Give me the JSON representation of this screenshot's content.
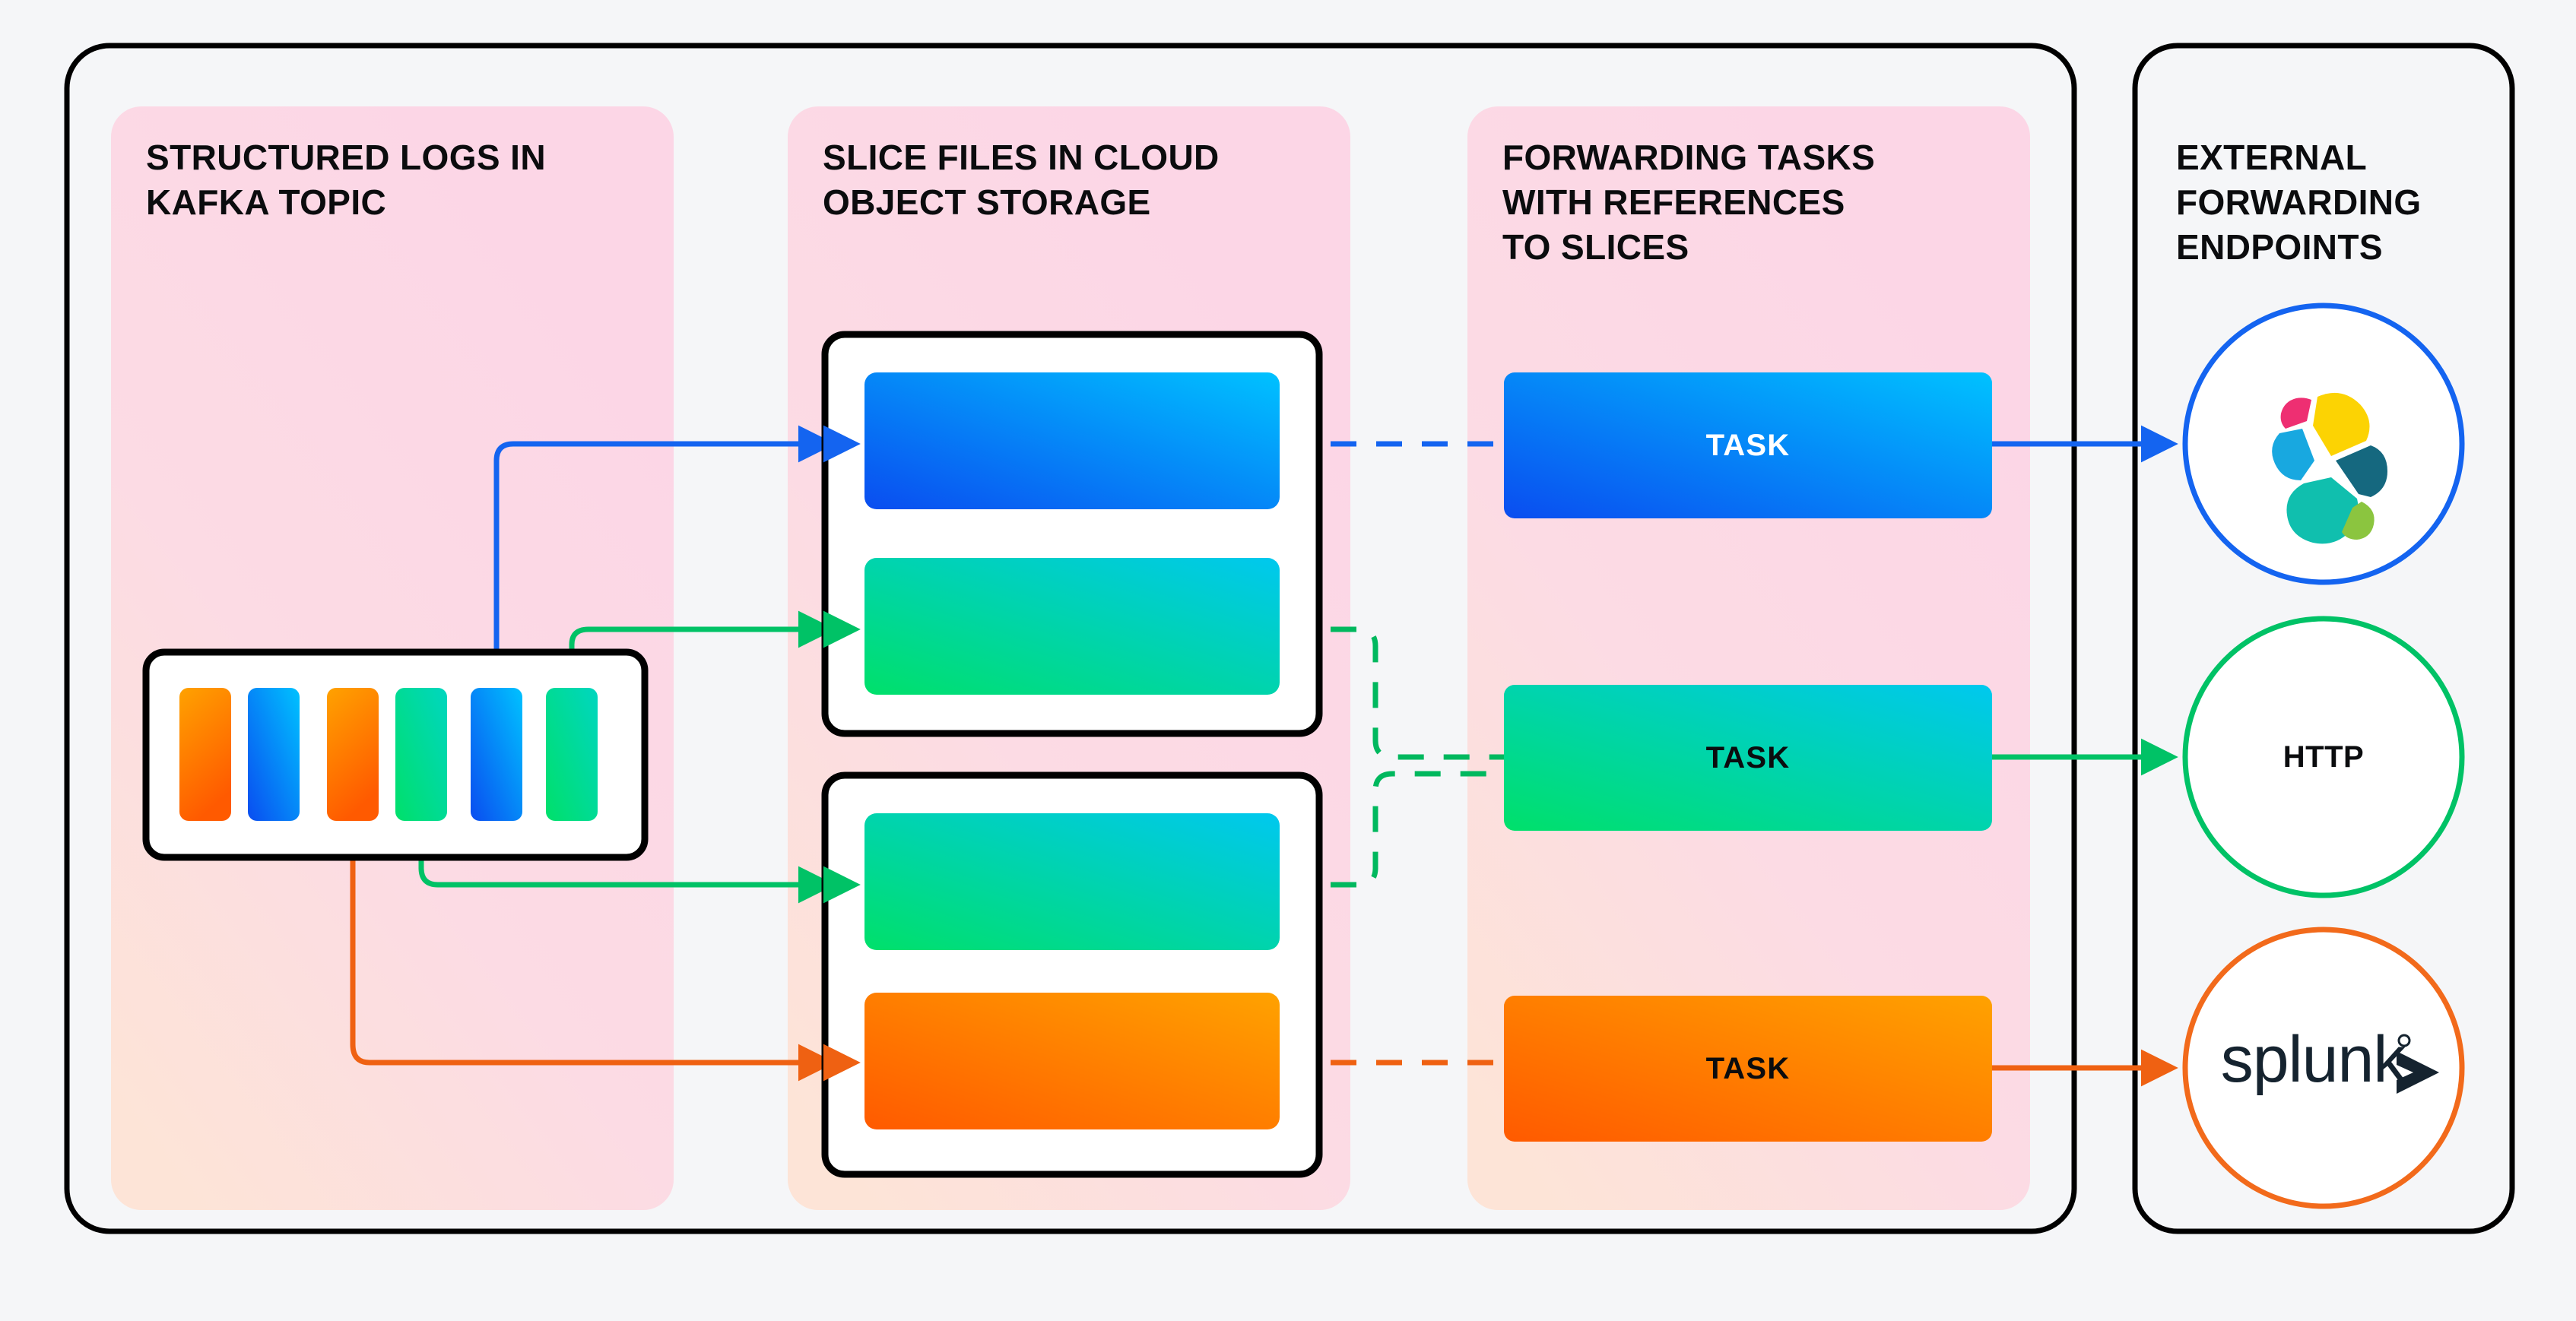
{
  "page": {
    "background": "#f5f6f8",
    "panel_border": "#000000",
    "column_panel_bg_top": "#fcd7e6",
    "column_panel_bg_bottom": "#fde3d8"
  },
  "columns": [
    {
      "id": "kafka",
      "title": "STRUCTURED LOGS IN\nKAFKA TOPIC",
      "kafka_topic": {
        "messages": [
          {
            "index": 1,
            "color_name": "orange",
            "from": "#ffa200",
            "to": "#ff5a00",
            "connected": false
          },
          {
            "index": 2,
            "color_name": "blue",
            "from": "#00c2ff",
            "to": "#0a4df0",
            "connected": false
          },
          {
            "index": 3,
            "color_name": "orange",
            "from": "#ffa200",
            "to": "#ff5a00",
            "connected": true
          },
          {
            "index": 4,
            "color_name": "green",
            "from": "#00d6c0",
            "to": "#00e06a",
            "connected": true
          },
          {
            "index": 5,
            "color_name": "blue",
            "from": "#00c2ff",
            "to": "#0a4df0",
            "connected": true
          },
          {
            "index": 6,
            "color_name": "green",
            "from": "#00d6c0",
            "to": "#00e06a",
            "connected": true
          }
        ]
      }
    },
    {
      "id": "slices",
      "title": "SLICE FILES IN CLOUD\nOBJECT STORAGE",
      "slice_files": [
        {
          "file_index": 1,
          "slices": [
            {
              "slice_index": 1,
              "color_name": "blue",
              "from": "#0a4df0",
              "to": "#00c2ff"
            },
            {
              "slice_index": 2,
              "color_name": "green",
              "from": "#00e06a",
              "to": "#00c2ff"
            }
          ]
        },
        {
          "file_index": 2,
          "slices": [
            {
              "slice_index": 1,
              "color_name": "green",
              "from": "#00e06a",
              "to": "#00c2ff"
            },
            {
              "slice_index": 2,
              "color_name": "orange",
              "from": "#ff5a00",
              "to": "#ffa200"
            }
          ]
        }
      ]
    },
    {
      "id": "tasks",
      "title": "FORWARDING TASKS\nWITH REFERENCES\nTO SLICES",
      "tasks": [
        {
          "label": "TASK",
          "color_name": "blue",
          "from": "#0a4df0",
          "to": "#00c2ff",
          "text_color": "#ffffff"
        },
        {
          "label": "TASK",
          "color_name": "green",
          "from": "#00e06a",
          "to": "#00c8ef",
          "text_color": "#0b0c0e"
        },
        {
          "label": "TASK",
          "color_name": "orange",
          "from": "#ff5a00",
          "to": "#ffa200",
          "text_color": "#0b0c0e"
        }
      ]
    },
    {
      "id": "endpoints",
      "title": "EXTERNAL\nFORWARDING\nENDPOINTS",
      "endpoints": [
        {
          "name": "elastic",
          "icon": "elastic-logo-icon",
          "label": "",
          "ring_color": "#1464f0"
        },
        {
          "name": "http",
          "icon": "http-text-icon",
          "label": "HTTP",
          "ring_color": "#00c266"
        },
        {
          "name": "splunk",
          "icon": "splunk-logo-icon",
          "label": "",
          "ring_color": "#f26a1b"
        }
      ]
    }
  ],
  "connectors": {
    "solid_flows": [
      {
        "name": "kafka-msg5-to-slice1a",
        "color": "#1464f0",
        "style": "solid"
      },
      {
        "name": "kafka-msg6-to-slice1b",
        "color": "#00c266",
        "style": "solid"
      },
      {
        "name": "kafka-msg4-to-slice2a",
        "color": "#00c266",
        "style": "solid"
      },
      {
        "name": "kafka-msg3-to-slice2b",
        "color": "#ef6112",
        "style": "solid"
      }
    ],
    "dashed_refs": [
      {
        "name": "slice1a-to-task-blue",
        "color": "#1464f0",
        "style": "dashed"
      },
      {
        "name": "slice1b-to-task-green",
        "color": "#00b85e",
        "style": "dashed"
      },
      {
        "name": "slice2a-to-task-green",
        "color": "#00b85e",
        "style": "dashed"
      },
      {
        "name": "slice2b-to-task-orange",
        "color": "#ef6112",
        "style": "dashed"
      }
    ],
    "task_to_endpoint": [
      {
        "name": "task-blue-to-elastic",
        "color": "#1464f0",
        "style": "solid"
      },
      {
        "name": "task-green-to-http",
        "color": "#00c266",
        "style": "solid"
      },
      {
        "name": "task-orange-to-splunk",
        "color": "#ef6112",
        "style": "solid"
      }
    ]
  },
  "elastic_logo": {
    "petals": [
      {
        "name": "pink",
        "color": "#ee2f72"
      },
      {
        "name": "yellow",
        "color": "#fcd303"
      },
      {
        "name": "lightblue",
        "color": "#18a8e0"
      },
      {
        "name": "teal",
        "color": "#10bfae"
      },
      {
        "name": "darkblue",
        "color": "#15687f"
      },
      {
        "name": "green",
        "color": "#8bc53f"
      }
    ]
  },
  "splunk_logo": {
    "wordmark": "splunk",
    "chevron": ">",
    "trademark": "®",
    "color": "#15232f"
  }
}
